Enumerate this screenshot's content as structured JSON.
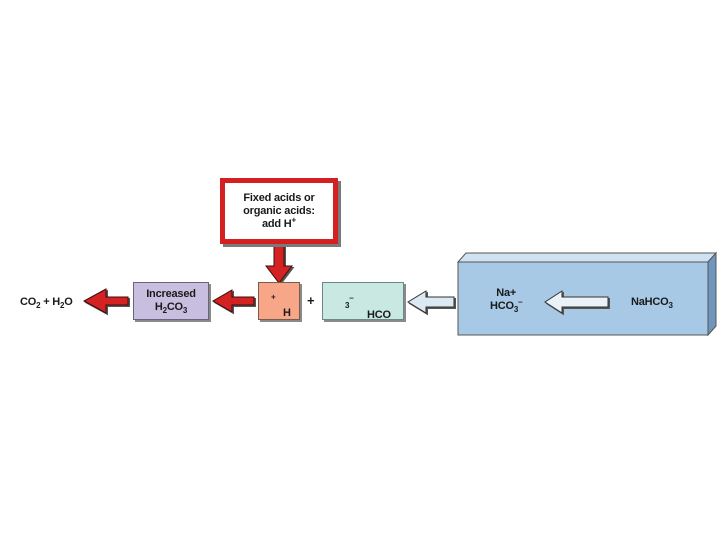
{
  "acid_box": {
    "line1": "Fixed acids or",
    "line2": "organic acids:",
    "line3_text": "add H",
    "line3_sup": "+"
  },
  "h_ion": {
    "symbol": "H",
    "charge": "+"
  },
  "plus_sign": "+",
  "bicarbonate": {
    "base": "HCO",
    "sub": "3",
    "charge": "–"
  },
  "carbonic_acid": {
    "line1": "Increased",
    "h": "H",
    "h_sub": "2",
    "co": "CO",
    "co_sub": "3"
  },
  "product": {
    "co": "CO",
    "co_sub": "2",
    "plus": " + ",
    "h": "H",
    "h_sub": "2",
    "o": "O"
  },
  "sodium_bicarbonate_reserve": {
    "na": "Na+",
    "hco": "HCO",
    "hco_sub": "3",
    "hco_charge": "–",
    "compound_text": "NaHCO",
    "compound_sub": "3"
  },
  "colors": {
    "red_arrow": "#d42020",
    "acid_border": "#d42020",
    "h_box": "#f7a788",
    "hco3_box": "#c9e8e1",
    "h2co3_box": "#c7bee0",
    "prism_front": "#a7c9e6",
    "light_arrow": "#dbe9f2"
  }
}
